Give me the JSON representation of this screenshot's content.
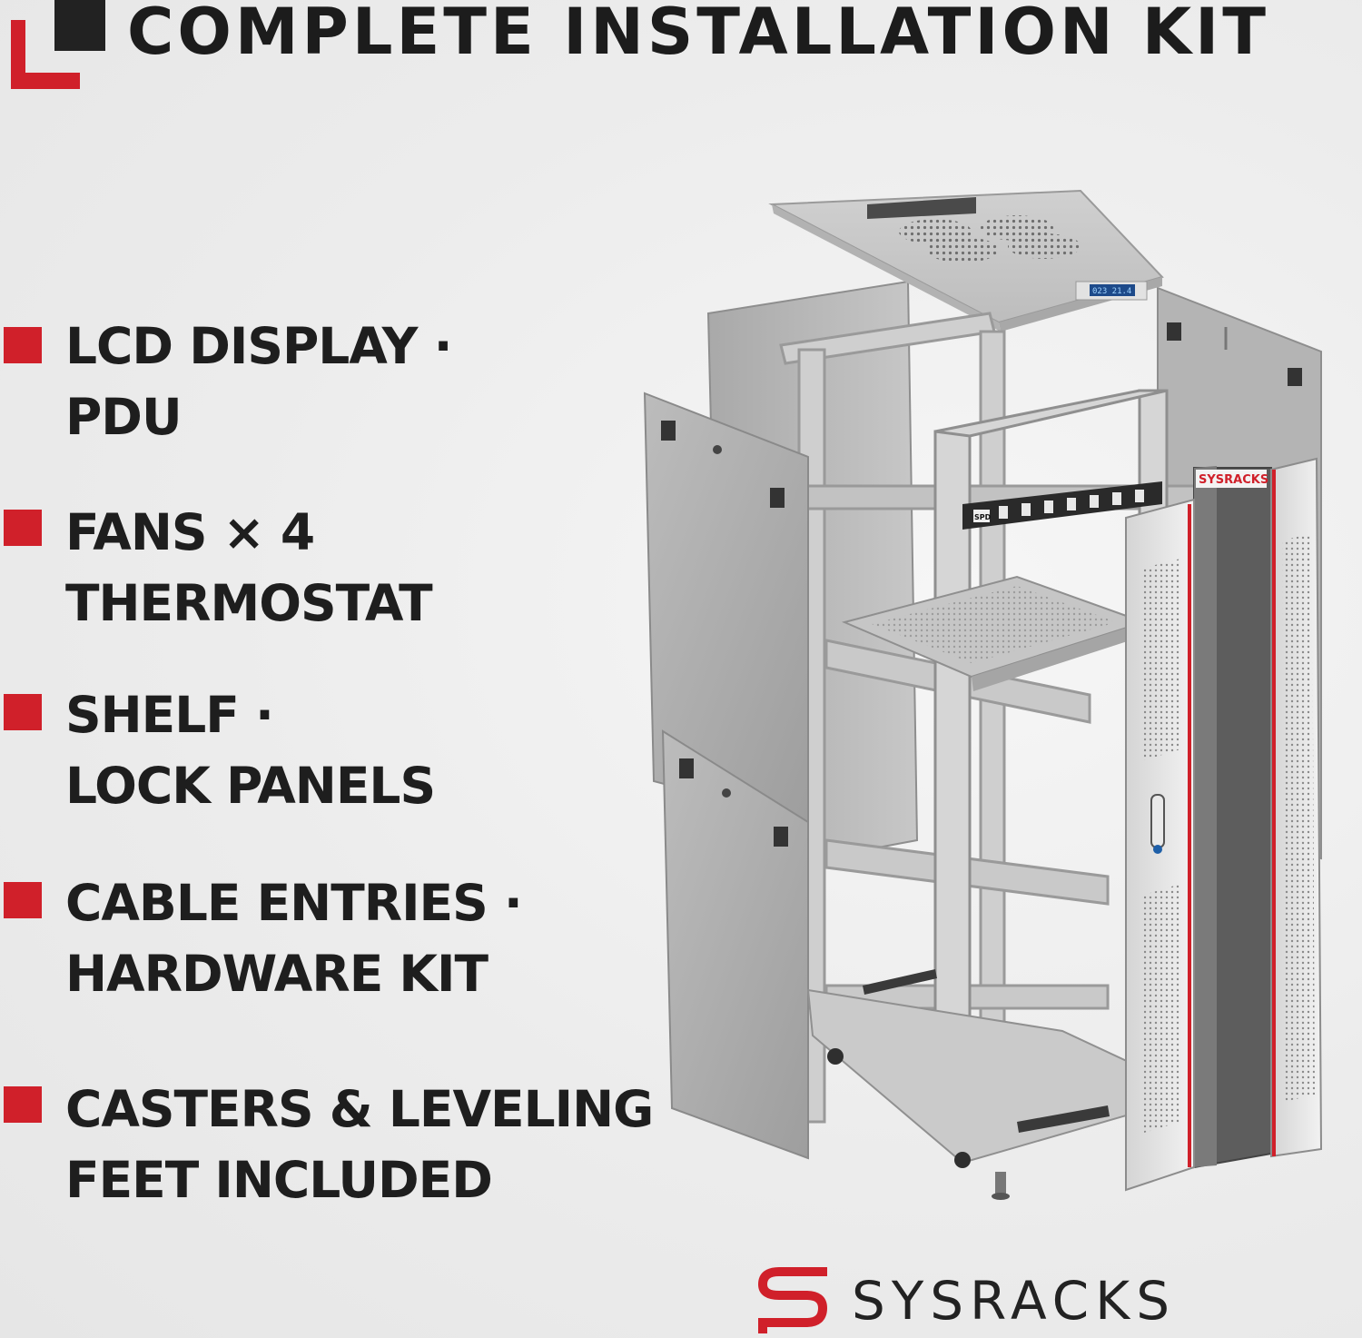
{
  "header": {
    "title": "COMPLETE INSTALLATION KIT"
  },
  "features": [
    {
      "lines": [
        "LCD DISPLAY ·",
        "PDU"
      ]
    },
    {
      "lines": [
        "FANS × 4",
        "THERMOSTAT"
      ]
    },
    {
      "lines": [
        "SHELF ·",
        "LOCK PANELS"
      ]
    },
    {
      "lines": [
        "CABLE ENTRIES ·",
        "HARDWARE KIT"
      ]
    },
    {
      "lines": [
        "CASTERS & LEVELING",
        "FEET INCLUDED"
      ]
    }
  ],
  "illustration": {
    "door_brand": "SYSRACKS",
    "pdu_label": "SPD",
    "lcd_readout": "023 21.4"
  },
  "brand": {
    "name": "SYSRACKS"
  },
  "colors": {
    "accent": "#d0202a",
    "dark": "#222222",
    "steel": "#b9b9b9",
    "steel_dark": "#8c8c8c"
  }
}
